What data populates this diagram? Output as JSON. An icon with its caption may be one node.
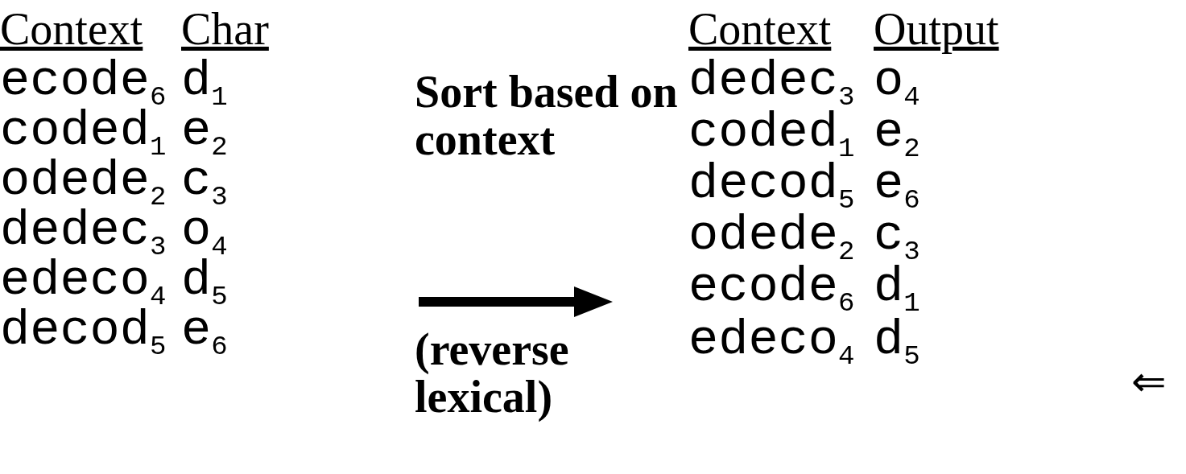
{
  "diagram": {
    "labels": [
      "Context",
      "Char",
      "ecode$_{6}$",
      "d$_{1}$",
      "coded$_{1}$",
      "e$_{2}$",
      "odede$_{2}$",
      "c$_{3}$",
      "dedec$_{3}$",
      "o$_{4}$",
      "edeco$_{4}$",
      "d$_{5}$",
      "decod$_{5}$",
      "e$_{6}$",
      "Sort based on context",
      "(reverse lexical)",
      "Context",
      "Output",
      "dedec$_{3}$",
      "o$_{4}$",
      "coded$_{1}$",
      "e$_{2}$",
      "decod$_{5}$",
      "e$_{6}$",
      "odede$_{2}$",
      "c$_{3}$",
      "ecode$_{6}$",
      "d$_{1}$",
      "⇐",
      "edeco$_{4}$",
      "d$_{5}$"
    ]
  }
}
